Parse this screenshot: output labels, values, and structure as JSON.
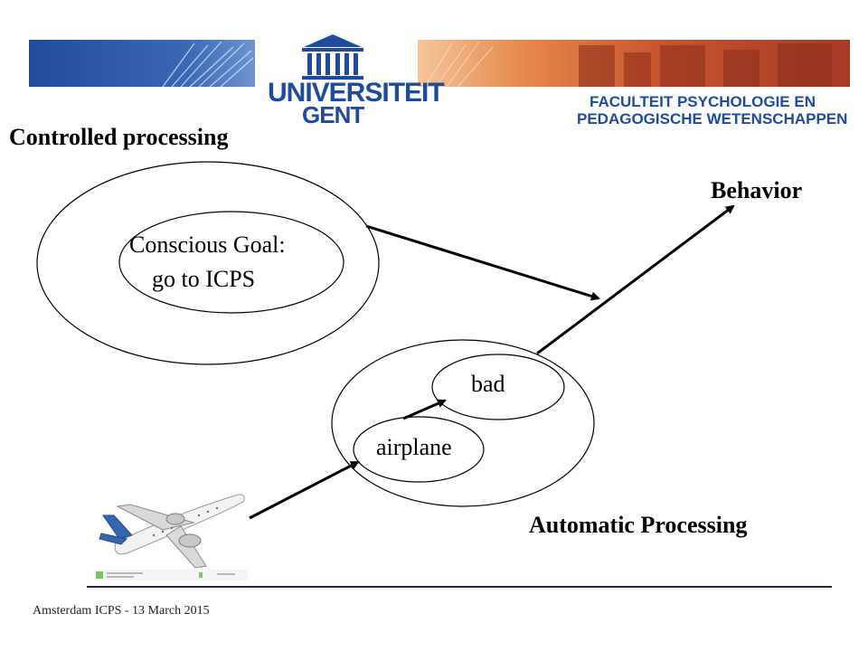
{
  "header": {
    "university_line1": "UNIVERSITEIT",
    "university_line2": "GENT",
    "faculty_line1": "FACULTEIT PSYCHOLOGIE EN",
    "faculty_line2": "PEDAGOGISCHE WETENSCHAPPEN"
  },
  "diagram": {
    "controlled_title": "Controlled processing",
    "goal_line1": "Conscious Goal:",
    "goal_line2": "go to ICPS",
    "behavior_label": "Behavior",
    "bad_label": "bad",
    "airplane_label": "airplane",
    "automatic_title": "Automatic Processing"
  },
  "footer": {
    "text": "Amsterdam ICPS - 13 March 2015"
  },
  "colors": {
    "brand_blue": "#1f4b9c",
    "banner_orange": "#e07a3a",
    "banner_red": "#b0402a"
  }
}
